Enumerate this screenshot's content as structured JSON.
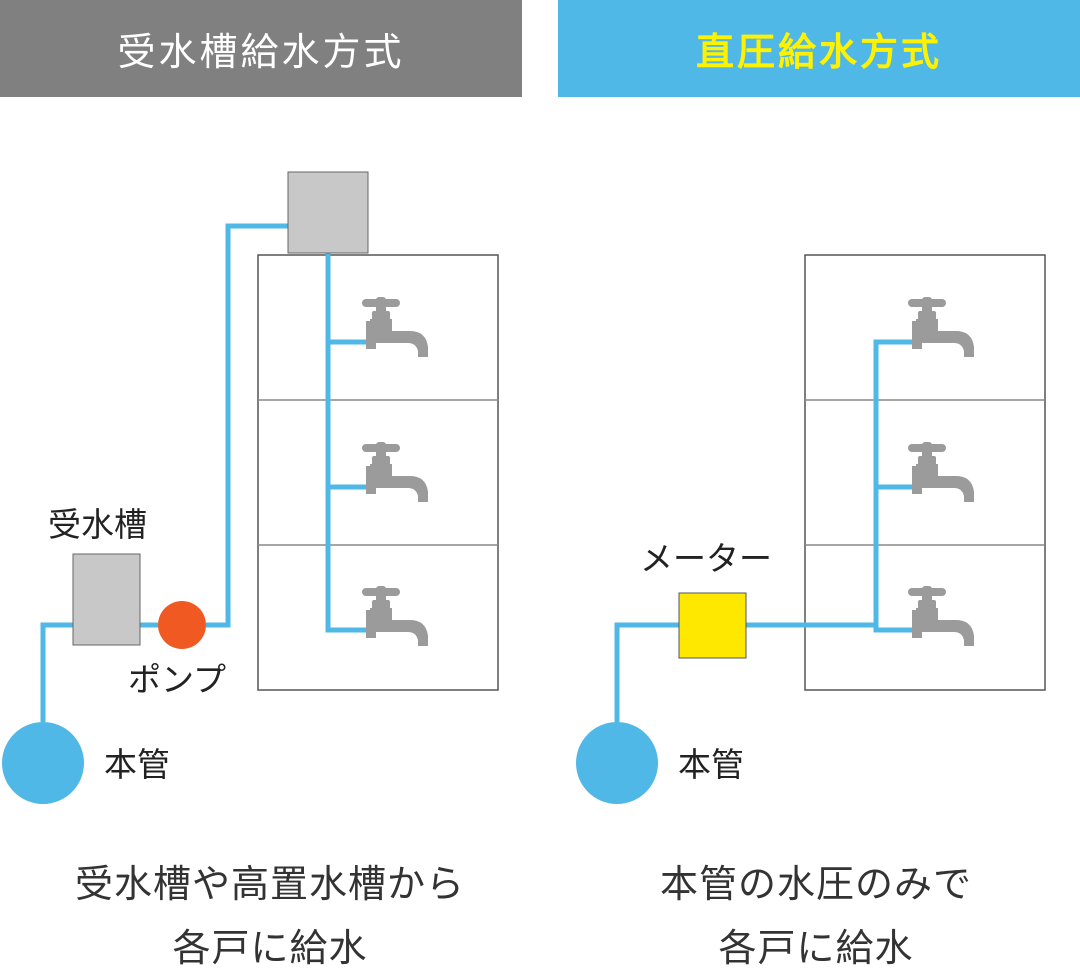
{
  "left": {
    "header": "受水槽給水方式",
    "label_tank": "受水槽",
    "label_pump": "ポンプ",
    "label_main": "本管",
    "caption_line1": "受水槽や高置水槽から",
    "caption_line2": "各戸に給水"
  },
  "right": {
    "header": "直圧給水方式",
    "label_meter": "メーター",
    "label_main": "本管",
    "caption_line1": "本管の水圧のみで",
    "caption_line2": "各戸に給水"
  },
  "colors": {
    "header_left_bg": "#808080",
    "header_right_bg": "#4fb8e6",
    "header_right_text": "#fff200",
    "pipe": "#4fb8e6",
    "tank": "#c8c8c8",
    "pump": "#f05a22",
    "meter": "#ffe800",
    "faucet": "#9b9b9b",
    "main_pipe": "#4fb8e6"
  },
  "icons": [
    "faucet-icon"
  ]
}
